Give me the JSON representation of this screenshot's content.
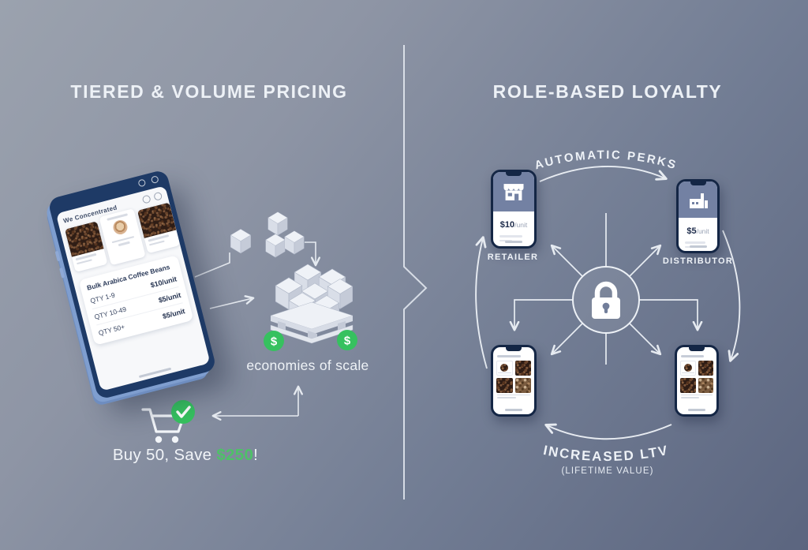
{
  "left": {
    "title": "TIERED & VOLUME PRICING",
    "tablet": {
      "store_header": "We Concentrated",
      "pricing": {
        "title": "Bulk Arabica Coffee Beans",
        "rows": [
          {
            "qty": "QTY 1-9",
            "price": "$10/unit"
          },
          {
            "qty": "QTY 10-49",
            "price": "$5/unit"
          },
          {
            "qty": "QTY 50+",
            "price": "$5/unit"
          }
        ]
      }
    },
    "economies_label": "economies of scale",
    "cart_caption": {
      "prefix": "Buy 50, Save ",
      "highlight": "$250",
      "suffix": "!"
    }
  },
  "right": {
    "title": "ROLE-BASED LOYALTY",
    "top_arc_label": "AUTOMATIC PERKS",
    "bottom_arc_label": "INCREASED LTV",
    "bottom_arc_sublabel": "(LIFETIME VALUE)",
    "roles": [
      {
        "name": "RETAILER",
        "price_value": "$10",
        "price_unit": "/unit",
        "icon": "storefront-icon"
      },
      {
        "name": "DISTRIBUTOR",
        "price_value": "$5",
        "price_unit": "/unit",
        "icon": "factory-icon"
      }
    ]
  },
  "icons": {
    "dollar": "$"
  },
  "colors": {
    "accent_green": "#36c15f",
    "highlight_green": "#4ec168",
    "navy_device": "#16294d",
    "slate_panel": "#7381a3",
    "line_white": "#eef2f7",
    "background_top": "#9ba2ae",
    "background_bottom": "#5b657f"
  }
}
